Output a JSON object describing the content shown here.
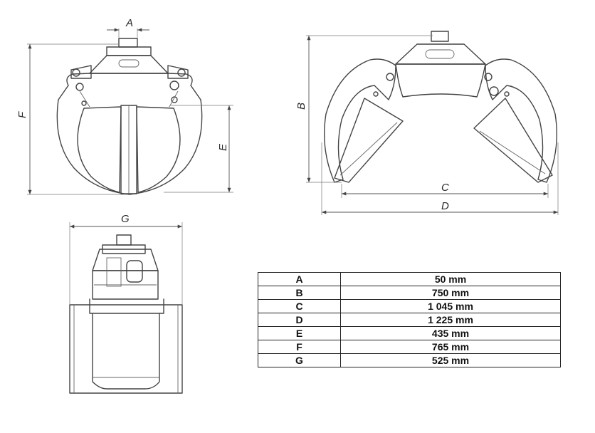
{
  "labels": {
    "A": "A",
    "B": "B",
    "C": "C",
    "D": "D",
    "E": "E",
    "F": "F",
    "G": "G"
  },
  "table": [
    {
      "key": "A",
      "value": "50 mm"
    },
    {
      "key": "B",
      "value": "750 mm"
    },
    {
      "key": "C",
      "value": "1 045 mm"
    },
    {
      "key": "D",
      "value": "1 225 mm"
    },
    {
      "key": "E",
      "value": "435 mm"
    },
    {
      "key": "F",
      "value": "765 mm"
    },
    {
      "key": "G",
      "value": "525 mm"
    }
  ]
}
